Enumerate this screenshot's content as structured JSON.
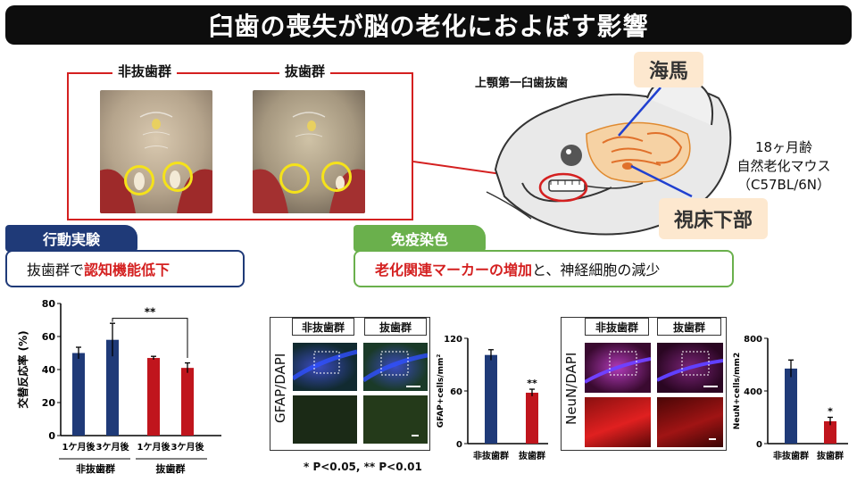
{
  "title": "臼歯の喪失が脳の老化におよぼす影響",
  "photos": {
    "label_left": "非抜歯群",
    "label_right": "抜歯群"
  },
  "brain": {
    "caption": "上顎第一臼歯抜歯",
    "hippocampus": "海馬",
    "hypothalamus": "視床下部",
    "mouse_line1": "18ヶ月齢",
    "mouse_line2": "自然老化マウス",
    "mouse_line3": "（C57BL/6N）"
  },
  "behavior": {
    "pill": "行動実験",
    "text_plain": "抜歯群で",
    "text_highlight": "認知機能低下"
  },
  "immuno": {
    "pill": "免疫染色",
    "text_highlight": "老化関連マーカーの増加",
    "text_plain": "と、神経細胞の減少"
  },
  "colors": {
    "navy": "#1f3a78",
    "red": "#c0151d",
    "green": "#6ab04c",
    "highlight": "#d42020",
    "tag_bg": "#fde8cf"
  },
  "chart_data": [
    {
      "type": "bar",
      "ylabel": "交替反応率 (%)",
      "ylim": [
        0,
        80
      ],
      "yticks": [
        "0",
        "20",
        "40",
        "60",
        "80"
      ],
      "categories": [
        "1ケ月後",
        "3ケ月後",
        "1ケ月後",
        "3ケ月後"
      ],
      "groups": [
        "非抜歯群",
        "抜歯群"
      ],
      "values": [
        50,
        58,
        47,
        41
      ],
      "errors": [
        3.5,
        10,
        1,
        3
      ],
      "colors": [
        "#1f3a78",
        "#1f3a78",
        "#c0151d",
        "#c0151d"
      ],
      "annotation": "**"
    },
    {
      "type": "bar",
      "ylabel": "GFAP+cells/mm²",
      "ylim": [
        0,
        120
      ],
      "yticks": [
        "0",
        "60",
        "120"
      ],
      "categories": [
        "非抜歯群",
        "抜歯群"
      ],
      "values": [
        101,
        58
      ],
      "errors": [
        6,
        4
      ],
      "colors": [
        "#1f3a78",
        "#c0151d"
      ],
      "annotation": "**"
    },
    {
      "type": "bar",
      "ylabel": "NeuN+cells/mm2",
      "ylim": [
        0,
        800
      ],
      "yticks": [
        "0",
        "400",
        "800"
      ],
      "categories": [
        "非抜歯群",
        "抜歯群"
      ],
      "values": [
        570,
        170
      ],
      "errors": [
        65,
        30
      ],
      "colors": [
        "#1f3a78",
        "#c0151d"
      ],
      "annotation": "*"
    }
  ],
  "micro": {
    "gfap_label": "GFAP/DAPI",
    "neun_label": "NeuN/DAPI",
    "col_left": "非抜歯群",
    "col_right": "抜歯群"
  },
  "footnote": "* P<0.05, ** P<0.01"
}
